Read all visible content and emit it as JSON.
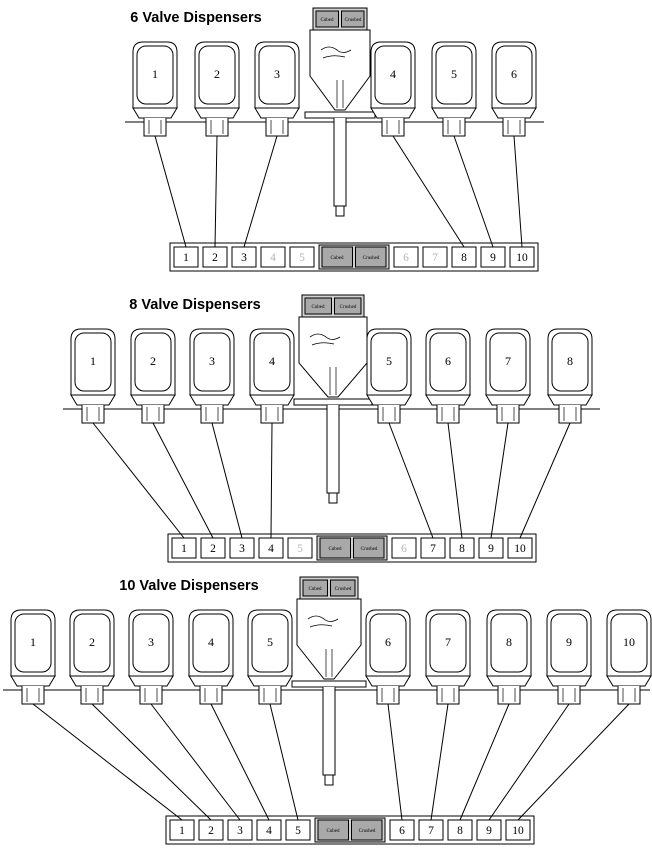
{
  "colors": {
    "line": "#000000",
    "active_key_text": "#000000",
    "inactive_key_text": "#b5b5b5",
    "ice_button_fill": "#a9a9a9",
    "ice_panel_fill": "#d2d2d2",
    "body_fill": "#ffffff"
  },
  "ice_labels": {
    "cubed": "Cubed",
    "crushed": "Crushed"
  },
  "sections": [
    {
      "title": "6 Valve Dispensers",
      "valves": [
        "1",
        "2",
        "3",
        "4",
        "5",
        "6"
      ],
      "keys": [
        {
          "label": "1",
          "active": true
        },
        {
          "label": "2",
          "active": true
        },
        {
          "label": "3",
          "active": true
        },
        {
          "label": "4",
          "active": false
        },
        {
          "label": "5",
          "active": false
        },
        {
          "label": "6",
          "active": false
        },
        {
          "label": "7",
          "active": false
        },
        {
          "label": "8",
          "active": true
        },
        {
          "label": "9",
          "active": true
        },
        {
          "label": "10",
          "active": true
        }
      ],
      "connections": [
        [
          "1",
          "1"
        ],
        [
          "2",
          "2"
        ],
        [
          "3",
          "3"
        ],
        [
          "4",
          "8"
        ],
        [
          "5",
          "9"
        ],
        [
          "6",
          "10"
        ]
      ]
    },
    {
      "title": "8 Valve Dispensers",
      "valves": [
        "1",
        "2",
        "3",
        "4",
        "5",
        "6",
        "7",
        "8"
      ],
      "keys": [
        {
          "label": "1",
          "active": true
        },
        {
          "label": "2",
          "active": true
        },
        {
          "label": "3",
          "active": true
        },
        {
          "label": "4",
          "active": true
        },
        {
          "label": "5",
          "active": false
        },
        {
          "label": "6",
          "active": false
        },
        {
          "label": "7",
          "active": true
        },
        {
          "label": "8",
          "active": true
        },
        {
          "label": "9",
          "active": true
        },
        {
          "label": "10",
          "active": true
        }
      ],
      "connections": [
        [
          "1",
          "1"
        ],
        [
          "2",
          "2"
        ],
        [
          "3",
          "3"
        ],
        [
          "4",
          "4"
        ],
        [
          "5",
          "7"
        ],
        [
          "6",
          "8"
        ],
        [
          "7",
          "9"
        ],
        [
          "8",
          "10"
        ]
      ]
    },
    {
      "title": "10 Valve Dispensers",
      "valves": [
        "1",
        "2",
        "3",
        "4",
        "5",
        "6",
        "7",
        "8",
        "9",
        "10"
      ],
      "keys": [
        {
          "label": "1",
          "active": true
        },
        {
          "label": "2",
          "active": true
        },
        {
          "label": "3",
          "active": true
        },
        {
          "label": "4",
          "active": true
        },
        {
          "label": "5",
          "active": true
        },
        {
          "label": "6",
          "active": true
        },
        {
          "label": "7",
          "active": true
        },
        {
          "label": "8",
          "active": true
        },
        {
          "label": "9",
          "active": true
        },
        {
          "label": "10",
          "active": true
        }
      ],
      "connections": [
        [
          "1",
          "1"
        ],
        [
          "2",
          "2"
        ],
        [
          "3",
          "3"
        ],
        [
          "4",
          "4"
        ],
        [
          "5",
          "5"
        ],
        [
          "6",
          "6"
        ],
        [
          "7",
          "7"
        ],
        [
          "8",
          "8"
        ],
        [
          "9",
          "9"
        ],
        [
          "10",
          "10"
        ]
      ]
    }
  ]
}
